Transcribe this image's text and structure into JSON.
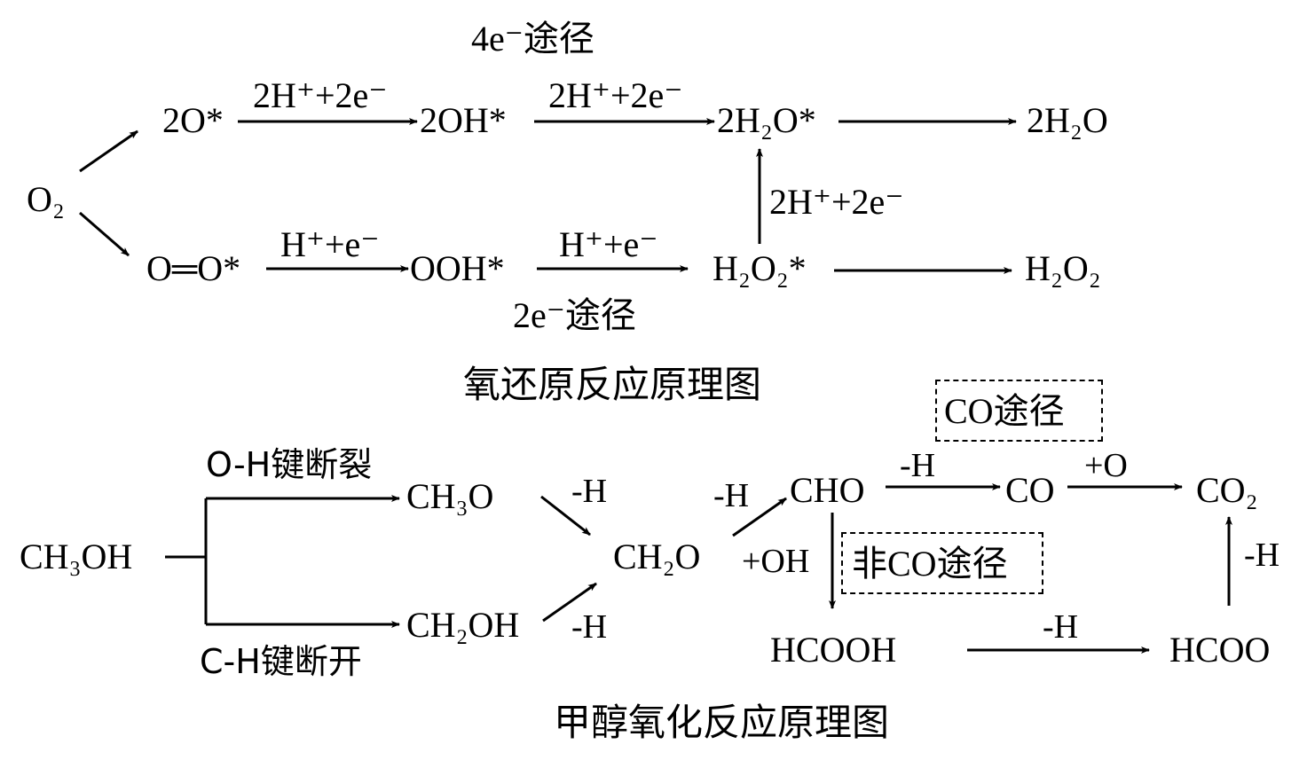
{
  "orr": {
    "title": "氧还原反应原理图",
    "path_4e": "4e⁻途径",
    "path_2e": "2e⁻途径",
    "species": {
      "o2": "O₂",
      "two_o": "2O*",
      "two_oh": "2OH*",
      "two_h2o_ads": "2H₂O*",
      "two_h2o": "2H₂O",
      "o_eq_o": "O═O*",
      "ooh": "OOH*",
      "h2o2_ads": "H₂O₂*",
      "h2o2": "H₂O₂"
    },
    "labels": {
      "step_a": "2H⁺+2e⁻",
      "step_b": "2H⁺+2e⁻",
      "step_c": "2H⁺+2e⁻",
      "step_d": "H⁺+e⁻",
      "step_e": "H⁺+e⁻"
    }
  },
  "mor": {
    "title": "甲醇氧化反应原理图",
    "co_path": "CO途径",
    "non_co_path": "非CO途径",
    "oh_break": "O-H键断裂",
    "ch_break": "C-H键断开",
    "species": {
      "ch3oh": "CH₃OH",
      "ch3o": "CH₃O",
      "ch2oh": "CH₂OH",
      "ch2o": "CH₂O",
      "cho": "CHO",
      "co": "CO",
      "co2": "CO₂",
      "hcooh": "HCOOH",
      "hcoo": "HCOO"
    },
    "labels": {
      "minus_h_1": "-H",
      "minus_h_2": "-H",
      "minus_h_3": "-H",
      "minus_h_4": "-H",
      "minus_h_5": "-H",
      "minus_h_6": "-H",
      "plus_o": "+O",
      "plus_oh": "+OH"
    }
  }
}
